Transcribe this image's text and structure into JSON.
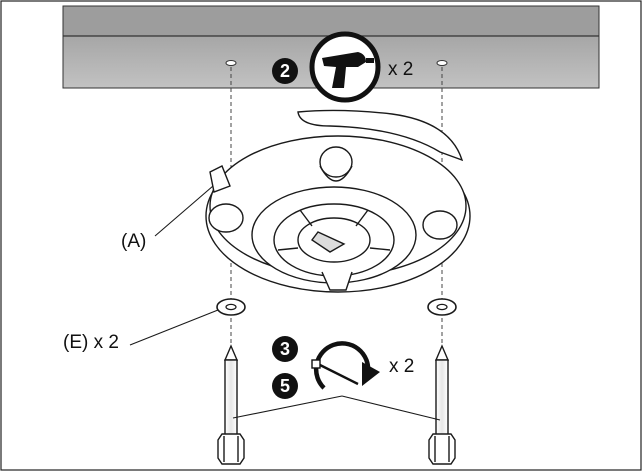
{
  "callouts": {
    "drill_qty": "x 2",
    "ceiling_plate": "(A)",
    "washer": "(E) x 2",
    "wrench_qty": "x 2"
  },
  "steps": {
    "drill": "2",
    "tighten_a": "3",
    "tighten_b": "5"
  },
  "icons": {
    "drill": "power-drill-icon",
    "wrench": "wrench-rotate-icon"
  },
  "colors": {
    "beam": "#b4b4b4",
    "beam_dark": "#8c8c8c",
    "line": "#1a1a1a"
  }
}
